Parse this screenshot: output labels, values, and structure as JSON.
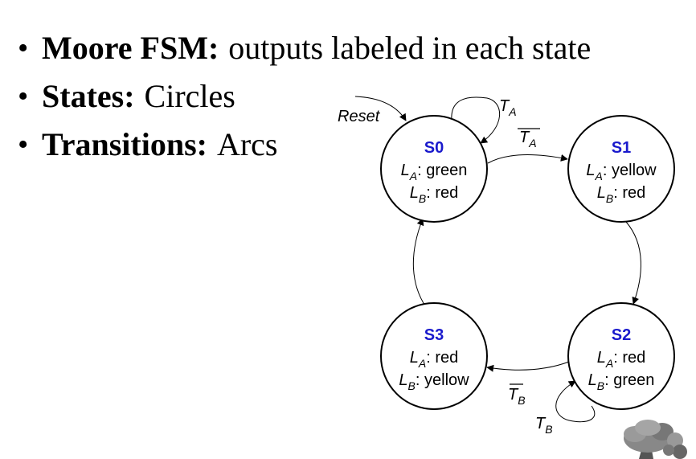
{
  "bullets": [
    {
      "term": "Moore FSM:",
      "text": "outputs labeled in each state"
    },
    {
      "term": "States:",
      "text": "Circles"
    },
    {
      "term": "Transitions:",
      "text": "Arcs"
    }
  ],
  "diagram": {
    "reset_label": "Reset",
    "states": [
      {
        "name": "S0",
        "out_a": "green",
        "out_b": "red"
      },
      {
        "name": "S1",
        "out_a": "yellow",
        "out_b": "red"
      },
      {
        "name": "S2",
        "out_a": "red",
        "out_b": "green"
      },
      {
        "name": "S3",
        "out_a": "red",
        "out_b": "yellow"
      }
    ],
    "output_a_symbol": "L",
    "output_a_sub": "A",
    "output_b_symbol": "L",
    "output_b_sub": "B",
    "transition_a_symbol": "T",
    "transition_a_sub": "A",
    "transition_b_symbol": "T",
    "transition_b_sub": "B",
    "state_name_color": "#1a1acc"
  }
}
